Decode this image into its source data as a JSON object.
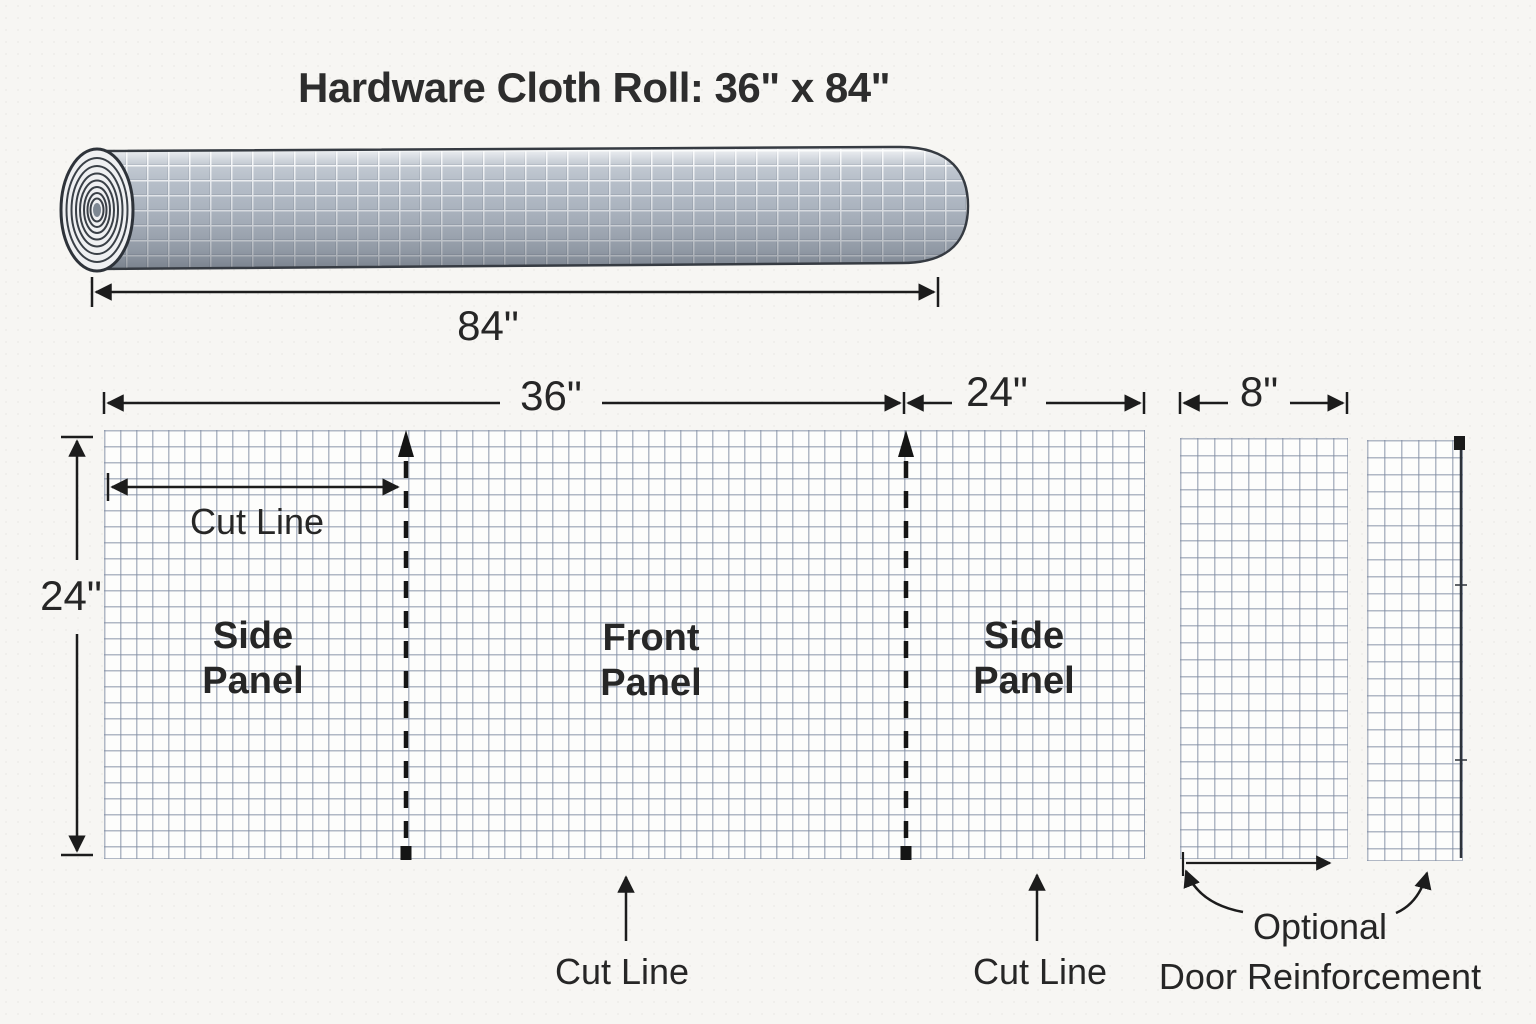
{
  "title": "Hardware Cloth Roll: 36\" x 84\"",
  "roll": {
    "length_label": "84\""
  },
  "dimensions": {
    "front_width": "36\"",
    "side_width": "24\"",
    "door_width": "8\"",
    "roll_height": "24\""
  },
  "panels": {
    "side_left": {
      "line1": "Side",
      "line2": "Panel"
    },
    "front": {
      "line1": "Front",
      "line2": "Panel"
    },
    "side_right": {
      "line1": "Side",
      "line2": "Panel"
    }
  },
  "annotations": {
    "cut_line_inner": "Cut Line",
    "cut_line_bottom_left": "Cut Line",
    "cut_line_bottom_right": "Cut Line",
    "door_reinforcement_line1": "Optional",
    "door_reinforcement_line2": "Door Reinforcement"
  },
  "colors": {
    "background": "#f7f6f3",
    "grid_line": "#7e8aa0",
    "dimension_line": "#1c1c1c",
    "text": "#2c2c2c",
    "mesh_fill": "#bac2cc"
  }
}
